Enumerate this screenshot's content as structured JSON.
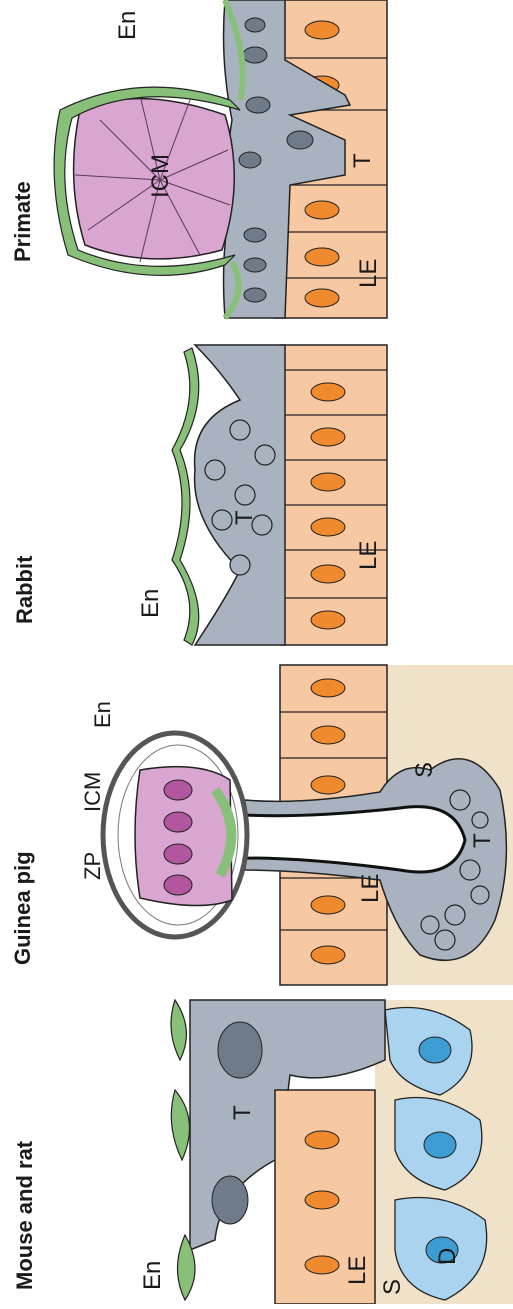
{
  "panels": [
    {
      "title": "Mouse and rat",
      "labels": {
        "endoderm": "En",
        "trophoblast": "T",
        "luminal_epithelium": "LE",
        "stroma": "S",
        "decidual_cell": "D"
      }
    },
    {
      "title": "Guinea pig",
      "labels": {
        "zona_pellucida": "ZP",
        "inner_cell_mass": "ICM",
        "endoderm": "En",
        "luminal_epithelium": "LE",
        "trophoblast": "T",
        "stroma": "S"
      }
    },
    {
      "title": "Rabbit",
      "labels": {
        "endoderm": "En",
        "trophoblast": "T",
        "luminal_epithelium": "LE"
      }
    },
    {
      "title": "Primate",
      "labels": {
        "endoderm": "En",
        "inner_cell_mass": "ICM",
        "trophoblast": "T",
        "luminal_epithelium": "LE"
      }
    }
  ],
  "colors": {
    "epithelium": "#f6c9a2",
    "nucleus": "#f08a2e",
    "trophoblast": "#a9b3bf",
    "trophoblast_nucleus": "#6f7b88",
    "endoderm": "#88c07a",
    "icm": "#d9a6d2",
    "stroma": "#efe2c8",
    "decidua": "#a9d3ee",
    "decidua_nucleus": "#3d9dd2",
    "outline": "#222222"
  }
}
